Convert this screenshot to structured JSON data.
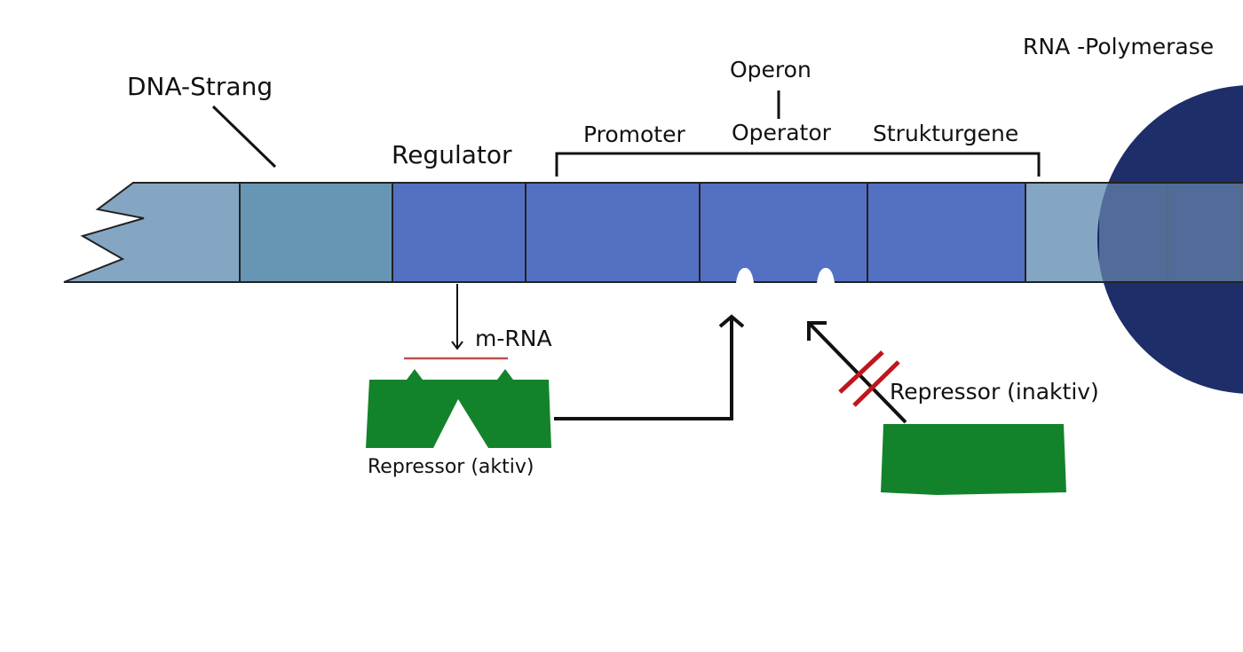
{
  "labels": {
    "dna_strand": "DNA-Strang",
    "regulator": "Regulator",
    "promoter": "Promoter",
    "operon": "Operon",
    "operator": "Operator",
    "structural_genes": "Strukturgene",
    "rna_polymerase": "RNA -Polymerase",
    "mrna": "m-RNA",
    "repressor_active": "Repressor (aktiv)",
    "repressor_inactive": "Repressor (inaktiv)"
  },
  "colors": {
    "dna_light": "#84a6c2",
    "dna_medium": "#6696b3",
    "gene_blue": "#5470c2",
    "polymerase_navy": "#0b1c5c",
    "repressor_green": "#13832b",
    "mrna_red": "#c0504d",
    "block_mark_red": "#c0161b",
    "outline": "#222222"
  }
}
